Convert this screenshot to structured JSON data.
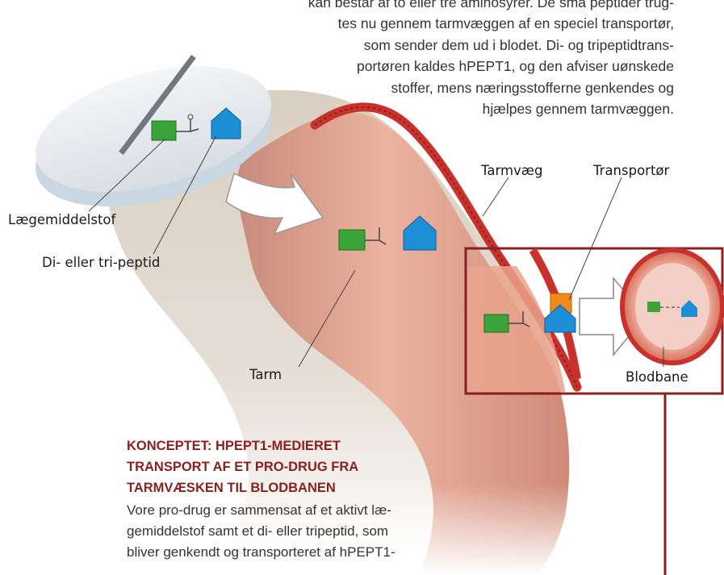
{
  "intro": {
    "lines": [
      "kan består af to eller tre aminosyrer. De små peptider trug-",
      "tes nu gennem tarmvæggen af en speciel transportør,",
      "som sender dem ud i blodet. Di- og tripeptidtrans-",
      "portøren kaldes hPEPT1, og den afviser uønskede",
      "stoffer, mens næringsstofferne genkendes og",
      "hjælpes gennem tarmvæggen."
    ]
  },
  "labels": {
    "drug": "Lægemiddelstof",
    "peptide": "Di- eller tri-peptid",
    "intestinal_wall": "Tarmvæg",
    "transporter": "Transportør",
    "intestine": "Tarm",
    "bloodstream": "Blodbane"
  },
  "concept": {
    "heading_lines": [
      "KONCEPTET: HPEPT1-MEDIERET",
      "TRANSPORT AF ET PRO-DRUG FRA",
      "TARMVÆSKEN TIL BLODBANEN"
    ],
    "body_lines": [
      "Vore pro-drug er sammensat af et aktivt læ-",
      "gemiddelstof samt et di- eller tripeptid, som",
      "bliver genkendt og transporteret af hPEPT1-"
    ]
  },
  "colors": {
    "accent": "#8a1f1f",
    "drug_green": "#3aa33a",
    "peptide_blue": "#1c8fd6",
    "transporter_orange": "#f08a1a",
    "intestine_pink": "#e9a38d",
    "wall_red": "#c8322c"
  }
}
